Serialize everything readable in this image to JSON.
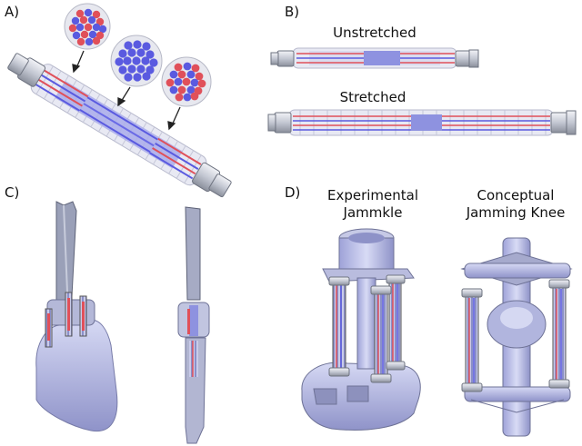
{
  "panels": {
    "a": {
      "letter": "A)"
    },
    "b": {
      "letter": "B)",
      "unstretched": "Unstretched",
      "stretched": "Stretched"
    },
    "c": {
      "letter": "C)"
    },
    "d": {
      "letter": "D)",
      "experimental": [
        "Experimental",
        "Jammkle"
      ],
      "conceptual": [
        "Conceptual",
        "Jamming Knee"
      ]
    }
  },
  "colors": {
    "fiber_red": "#e0505a",
    "fiber_blue": "#5a5ae0",
    "metal": "#c8ccd6",
    "metal_dark": "#7a7f8c",
    "body_lavender": "#b8bce8",
    "shell": "#e6e8f2"
  }
}
